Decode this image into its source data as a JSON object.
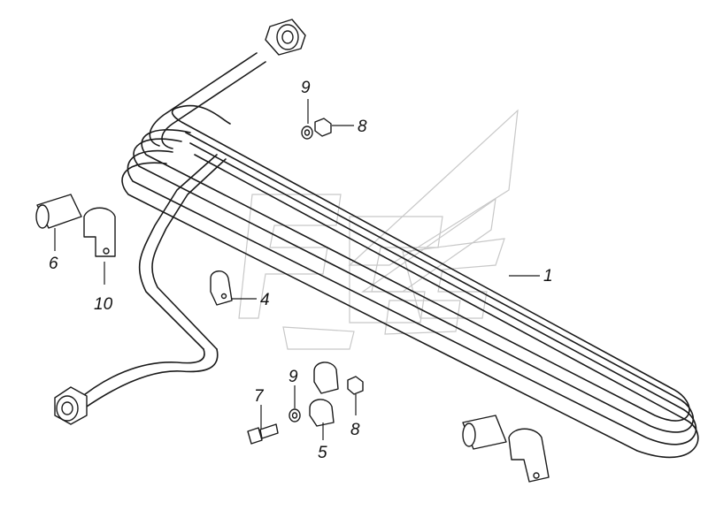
{
  "diagram": {
    "callouts": [
      {
        "id": "1",
        "label": "1"
      },
      {
        "id": "4",
        "label": "4"
      },
      {
        "id": "5",
        "label": "5"
      },
      {
        "id": "6",
        "label": "6"
      },
      {
        "id": "7",
        "label": "7"
      },
      {
        "id": "8a",
        "label": "8"
      },
      {
        "id": "8b",
        "label": "8"
      },
      {
        "id": "9a",
        "label": "9"
      },
      {
        "id": "9b",
        "label": "9"
      },
      {
        "id": "10",
        "label": "10"
      }
    ],
    "colors": {
      "line": "#1a1a1a",
      "watermark": "#c8c8c8",
      "background": "#ffffff"
    }
  }
}
